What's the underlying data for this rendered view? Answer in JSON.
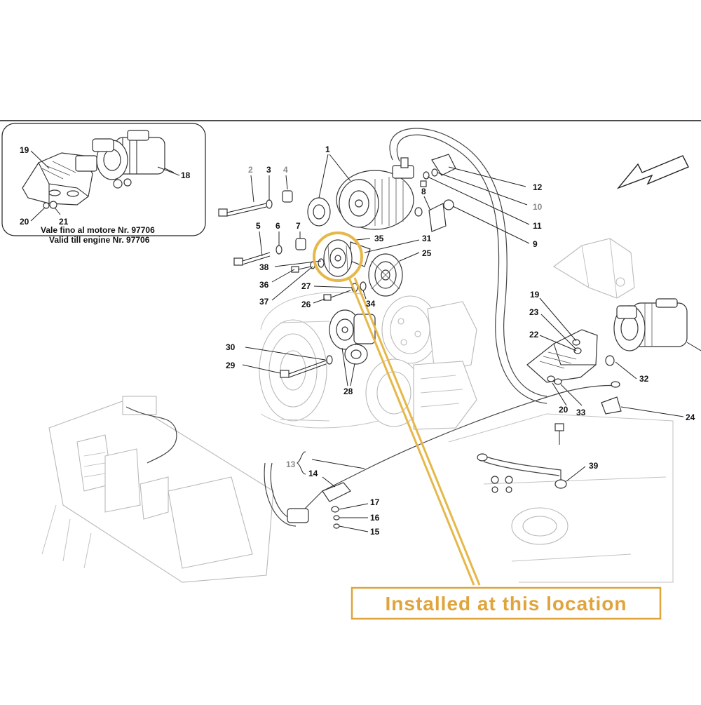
{
  "inset": {
    "note_line1": "Vale fino al motore Nr. 97706",
    "note_line2": "Valid till engine Nr. 97706",
    "labels": [
      {
        "id": "19",
        "text": "19"
      },
      {
        "id": "18",
        "text": "18"
      },
      {
        "id": "20",
        "text": "20"
      },
      {
        "id": "21",
        "text": "21"
      }
    ]
  },
  "callout": {
    "text": "Installed at this location",
    "color": "#e0a43c"
  },
  "parts": [
    {
      "id": "p1",
      "text": "1",
      "style": "dark"
    },
    {
      "id": "p2",
      "text": "2",
      "style": "grey"
    },
    {
      "id": "p3",
      "text": "3",
      "style": "dark"
    },
    {
      "id": "p4",
      "text": "4",
      "style": "grey"
    },
    {
      "id": "p5",
      "text": "5",
      "style": "dark"
    },
    {
      "id": "p6",
      "text": "6",
      "style": "dark"
    },
    {
      "id": "p7",
      "text": "7",
      "style": "dark"
    },
    {
      "id": "p8",
      "text": "8",
      "style": "dark"
    },
    {
      "id": "p9",
      "text": "9",
      "style": "dark"
    },
    {
      "id": "p10",
      "text": "10",
      "style": "grey"
    },
    {
      "id": "p11",
      "text": "11",
      "style": "dark"
    },
    {
      "id": "p12",
      "text": "12",
      "style": "dark"
    },
    {
      "id": "p13",
      "text": "13",
      "style": "grey"
    },
    {
      "id": "p14",
      "text": "14",
      "style": "dark"
    },
    {
      "id": "p15",
      "text": "15",
      "style": "dark"
    },
    {
      "id": "p16",
      "text": "16",
      "style": "dark"
    },
    {
      "id": "p17",
      "text": "17",
      "style": "dark"
    },
    {
      "id": "p19",
      "text": "19",
      "style": "dark"
    },
    {
      "id": "p20",
      "text": "20",
      "style": "dark"
    },
    {
      "id": "p22",
      "text": "22",
      "style": "dark"
    },
    {
      "id": "p23",
      "text": "23",
      "style": "dark"
    },
    {
      "id": "p24",
      "text": "24",
      "style": "dark"
    },
    {
      "id": "p25",
      "text": "25",
      "style": "dark"
    },
    {
      "id": "p26",
      "text": "26",
      "style": "dark"
    },
    {
      "id": "p27",
      "text": "27",
      "style": "dark"
    },
    {
      "id": "p28",
      "text": "28",
      "style": "dark"
    },
    {
      "id": "p29",
      "text": "29",
      "style": "dark"
    },
    {
      "id": "p30",
      "text": "30",
      "style": "dark"
    },
    {
      "id": "p31",
      "text": "31",
      "style": "dark"
    },
    {
      "id": "p32",
      "text": "32",
      "style": "dark"
    },
    {
      "id": "p33",
      "text": "33",
      "style": "dark"
    },
    {
      "id": "p34",
      "text": "34",
      "style": "dark"
    },
    {
      "id": "p35",
      "text": "35",
      "style": "dark"
    },
    {
      "id": "p36",
      "text": "36",
      "style": "dark"
    },
    {
      "id": "p37",
      "text": "37",
      "style": "dark"
    },
    {
      "id": "p38",
      "text": "38",
      "style": "dark"
    },
    {
      "id": "p39",
      "text": "39",
      "style": "dark"
    }
  ],
  "colors": {
    "highlight": "#e0a43c",
    "ink": "#111111",
    "grey_ink": "#8a8a8a"
  }
}
